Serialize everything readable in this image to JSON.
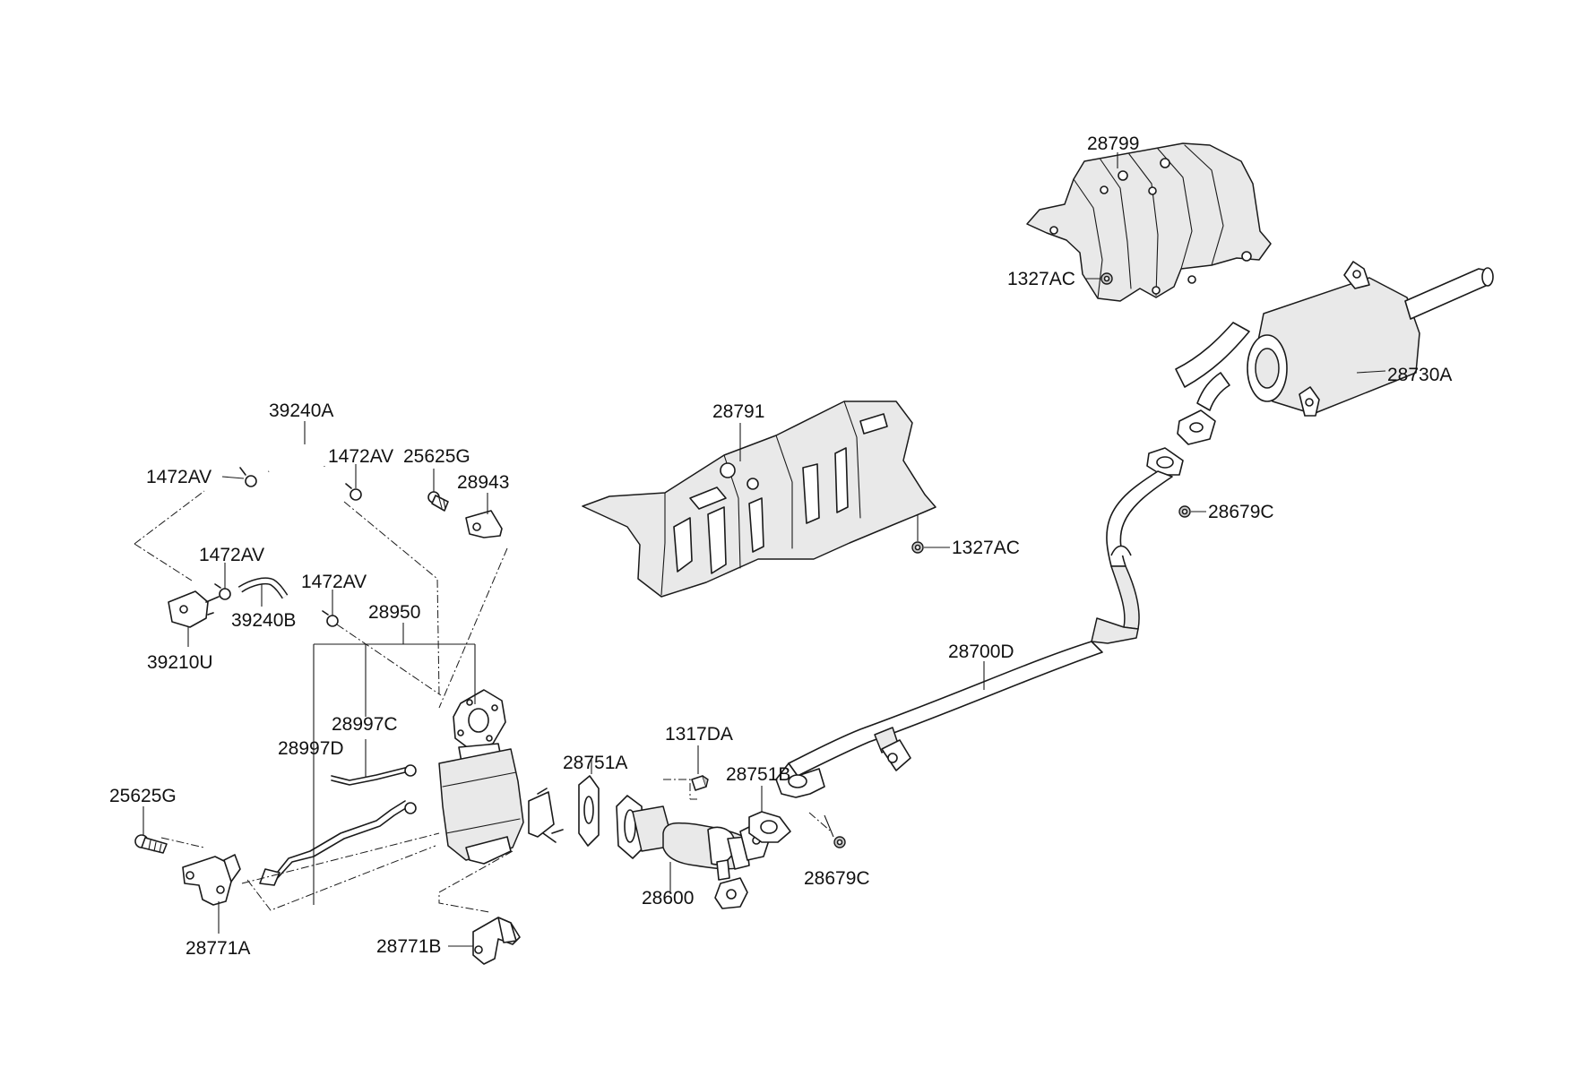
{
  "diagram": {
    "labels": {
      "p28799": "28799",
      "p1327ac_top": "1327AC",
      "p28730a": "28730A",
      "p28791": "28791",
      "p1327ac_mid": "1327AC",
      "p28679c_top": "28679C",
      "p39240a": "39240A",
      "p1472av_a": "1472AV",
      "p1472av_b": "1472AV",
      "p25625g_top": "25625G",
      "p28943": "28943",
      "p1472av_c": "1472AV",
      "p1472av_d": "1472AV",
      "p39240b": "39240B",
      "p39210u": "39210U",
      "p28950": "28950",
      "p28700d": "28700D",
      "p28997c": "28997C",
      "p28997d": "28997D",
      "p1317da": "1317DA",
      "p28751a": "28751A",
      "p28751b": "28751B",
      "p25625g_bot": "25625G",
      "p28600": "28600",
      "p28679c_bot": "28679C",
      "p28771a": "28771A",
      "p28771b": "28771B"
    }
  }
}
